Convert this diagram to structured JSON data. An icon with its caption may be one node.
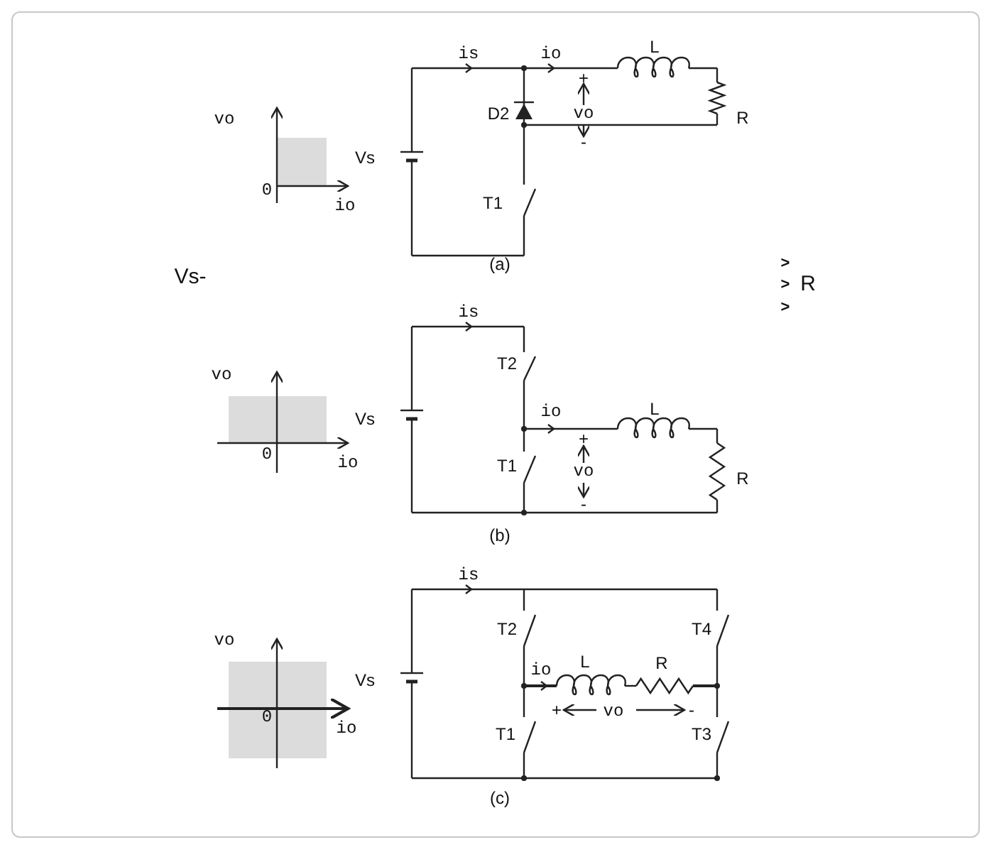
{
  "diagram": {
    "labels": [
      "is",
      "io",
      "L",
      "+",
      "vo",
      "D2",
      "vo",
      "R",
      "-",
      "Vs",
      "0",
      "io",
      "T1",
      "(a)",
      "Vs-",
      ">",
      ">",
      "R",
      ">",
      "is",
      "T2",
      "vo",
      "io",
      "L",
      "Vs",
      "+",
      "0",
      "io",
      "T1",
      "vo",
      "R",
      "-",
      "(b)",
      "is",
      "vo",
      "T2",
      "T4",
      "L",
      "R",
      "io",
      "Vs",
      "+",
      "vo",
      "-",
      "0",
      "io",
      "T1",
      "T3",
      "(c)"
    ]
  }
}
